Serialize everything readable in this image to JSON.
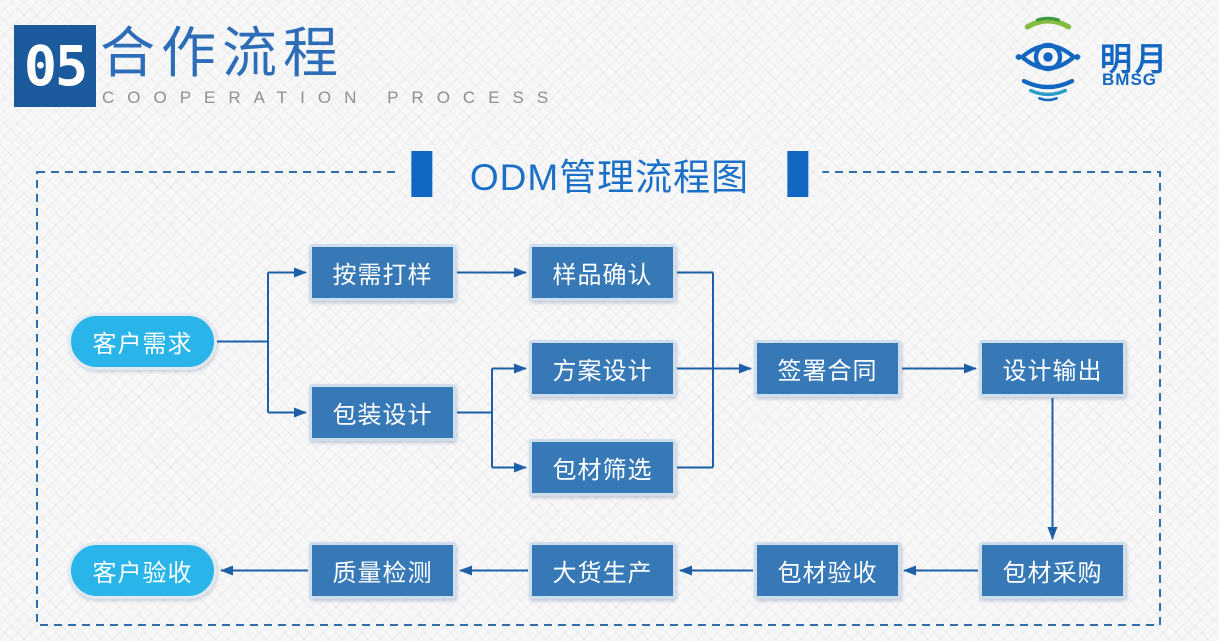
{
  "header": {
    "section_number": "05",
    "title_cn": "合作流程",
    "title_en": "COOPERATION PROCESS"
  },
  "logo": {
    "name_cn": "明月",
    "name_en": "BMSG"
  },
  "diagram": {
    "title": "ODM管理流程图",
    "nodes": [
      {
        "id": "customer-demand",
        "label": "客户需求",
        "type": "ellipse"
      },
      {
        "id": "sample-on-demand",
        "label": "按需打样",
        "type": "box"
      },
      {
        "id": "sample-confirm",
        "label": "样品确认",
        "type": "box"
      },
      {
        "id": "packaging-design",
        "label": "包装设计",
        "type": "box"
      },
      {
        "id": "scheme-design",
        "label": "方案设计",
        "type": "box"
      },
      {
        "id": "material-screening",
        "label": "包材筛选",
        "type": "box"
      },
      {
        "id": "sign-contract",
        "label": "签署合同",
        "type": "box"
      },
      {
        "id": "design-output",
        "label": "设计输出",
        "type": "box"
      },
      {
        "id": "material-purchase",
        "label": "包材采购",
        "type": "box"
      },
      {
        "id": "material-acceptance",
        "label": "包材验收",
        "type": "box"
      },
      {
        "id": "mass-production",
        "label": "大货生产",
        "type": "box"
      },
      {
        "id": "quality-inspection",
        "label": "质量检测",
        "type": "box"
      },
      {
        "id": "customer-acceptance",
        "label": "客户验收",
        "type": "ellipse"
      }
    ],
    "edges": [
      {
        "from": "客户需求",
        "to": "按需打样"
      },
      {
        "from": "客户需求",
        "to": "包装设计"
      },
      {
        "from": "按需打样",
        "to": "样品确认"
      },
      {
        "from": "样品确认",
        "to": "签署合同"
      },
      {
        "from": "包装设计",
        "to": "方案设计"
      },
      {
        "from": "包装设计",
        "to": "包材筛选"
      },
      {
        "from": "方案设计",
        "to": "签署合同"
      },
      {
        "from": "包材筛选",
        "to": "签署合同"
      },
      {
        "from": "签署合同",
        "to": "设计输出"
      },
      {
        "from": "设计输出",
        "to": "包材采购"
      },
      {
        "from": "包材采购",
        "to": "包材验收"
      },
      {
        "from": "包材验收",
        "to": "大货生产"
      },
      {
        "from": "大货生产",
        "to": "质量检测"
      },
      {
        "from": "质量检测",
        "to": "客户验收"
      }
    ]
  },
  "colors": {
    "box_fill": "#3779b7",
    "ellipse_fill": "#29b5ea",
    "connector": "#1d5fa8",
    "dashed_border": "#2f6ea8",
    "title_accent": "#1267c3",
    "title_text": "#1a6fc8",
    "header_square": "#1a5a9d",
    "header_cn": "#2d6db8",
    "header_en": "#8f8f8f",
    "logo_blue": "#1467c0",
    "logo_green": "#86bc42"
  }
}
